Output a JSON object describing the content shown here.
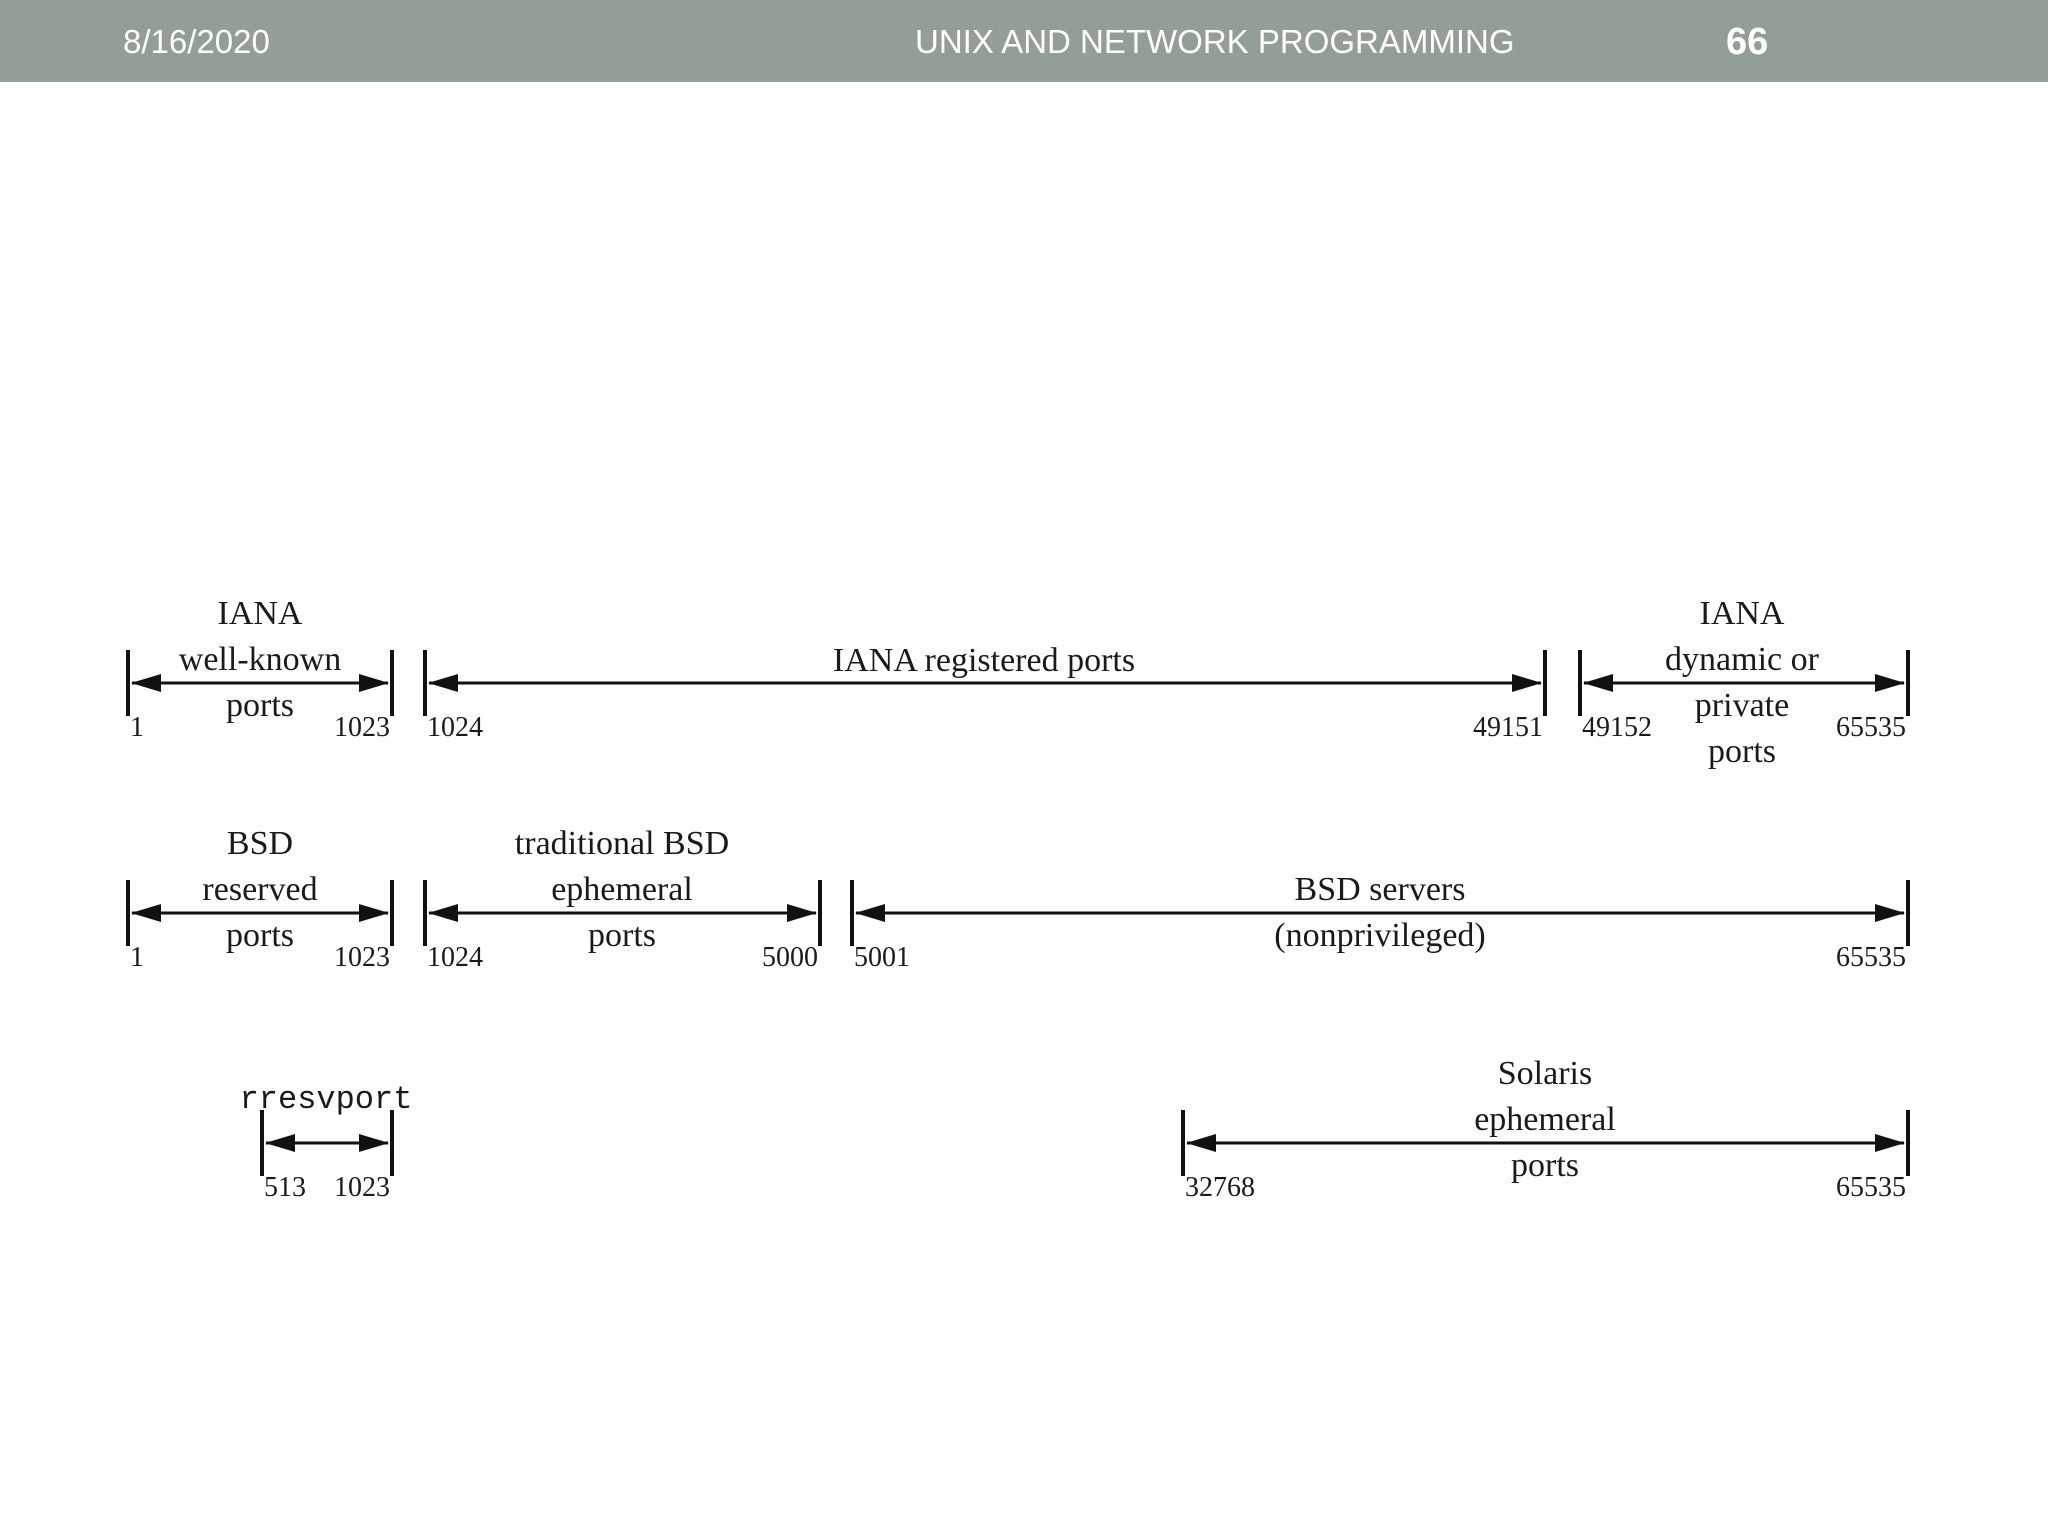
{
  "header": {
    "date": "8/16/2020",
    "title": "UNIX AND NETWORK PROGRAMMING",
    "page_number": "66"
  },
  "diagram": {
    "rows": [
      {
        "ranges": [
          {
            "label_lines": [
              "IANA",
              "well-known",
              "ports"
            ],
            "start": "1",
            "end": "1023"
          },
          {
            "label_lines": [
              "IANA registered ports"
            ],
            "start": "1024",
            "end": "49151"
          },
          {
            "label_lines": [
              "IANA",
              "dynamic or",
              "private",
              "ports"
            ],
            "start": "49152",
            "end": "65535"
          }
        ]
      },
      {
        "ranges": [
          {
            "label_lines": [
              "BSD",
              "reserved",
              "ports"
            ],
            "start": "1",
            "end": "1023"
          },
          {
            "label_lines": [
              "traditional BSD",
              "ephemeral",
              "ports"
            ],
            "start": "1024",
            "end": "5000"
          },
          {
            "label_lines": [
              "BSD servers",
              "(nonprivileged)"
            ],
            "start": "5001",
            "end": "65535"
          }
        ]
      },
      {
        "ranges": [
          {
            "label_lines": [
              "rresvport"
            ],
            "start": "513",
            "end": "1023"
          },
          {
            "label_lines": [
              "Solaris",
              "ephemeral",
              "ports"
            ],
            "start": "32768",
            "end": "65535"
          }
        ]
      }
    ]
  }
}
